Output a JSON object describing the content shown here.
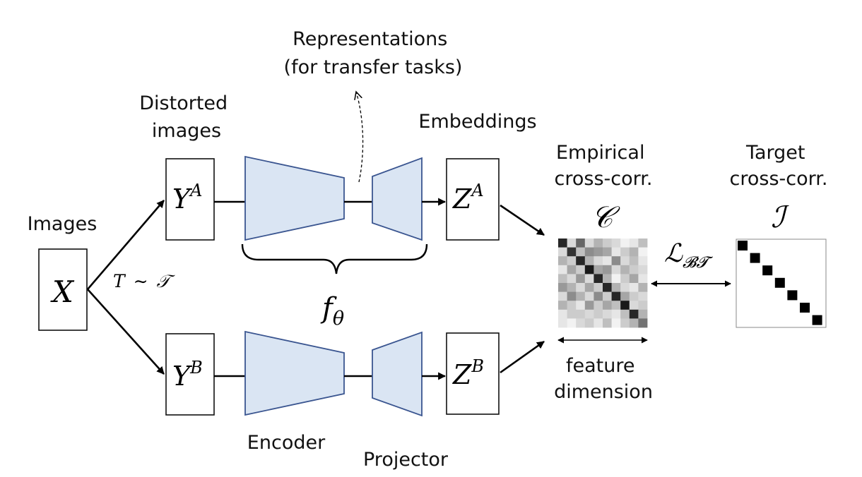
{
  "labels": {
    "representations_line1": "Representations",
    "representations_line2": "(for transfer tasks)",
    "distorted_line1": "Distorted",
    "distorted_line2": "images",
    "embeddings": "Embeddings",
    "images": "Images",
    "empirical_line1": "Empirical",
    "empirical_line2": "cross-corr.",
    "target_line1": "Target",
    "target_line2": "cross-corr.",
    "feature_line1": "feature",
    "feature_line2": "dimension",
    "encoder": "Encoder",
    "projector": "Projector"
  },
  "math": {
    "x": "X",
    "ya_base": "Y",
    "ya_sup": "A",
    "yb_base": "Y",
    "yb_sup": "B",
    "za_base": "Z",
    "za_sup": "A",
    "zb_base": "Z",
    "zb_sup": "B",
    "transform_t": "T",
    "transform_sim": "∼",
    "transform_dist": "𝒯",
    "f_base": "f",
    "f_sub": "θ",
    "c_symbol": "𝒞",
    "i_symbol": "ℐ",
    "loss_base": "ℒ",
    "loss_sub": "𝓑𝓣"
  },
  "colors": {
    "trapezoid_fill": "#dae5f3",
    "trapezoid_stroke": "#3a5590"
  },
  "matrices": {
    "empirical_grayscale": [
      [
        0.85,
        0.15,
        0.6,
        0.15,
        0.3,
        0.2,
        0.15,
        0.05,
        0.1,
        0.25
      ],
      [
        0.15,
        0.8,
        0.25,
        0.45,
        0.4,
        0.35,
        0.1,
        0.2,
        0.3,
        0.05
      ],
      [
        0.3,
        0.2,
        0.85,
        0.3,
        0.15,
        0.1,
        0.45,
        0.15,
        0.25,
        0.1
      ],
      [
        0.1,
        0.35,
        0.2,
        0.9,
        0.35,
        0.4,
        0.15,
        0.3,
        0.2,
        0.15
      ],
      [
        0.25,
        0.15,
        0.4,
        0.15,
        0.85,
        0.3,
        0.05,
        0.2,
        0.35,
        0.1
      ],
      [
        0.4,
        0.3,
        0.15,
        0.35,
        0.2,
        0.85,
        0.3,
        0.15,
        0.1,
        0.3
      ],
      [
        0.15,
        0.45,
        0.3,
        0.15,
        0.45,
        0.2,
        0.85,
        0.35,
        0.2,
        0.15
      ],
      [
        0.3,
        0.2,
        0.1,
        0.4,
        0.2,
        0.35,
        0.25,
        0.9,
        0.15,
        0.2
      ],
      [
        0.1,
        0.2,
        0.2,
        0.15,
        0.2,
        0.15,
        0.1,
        0.25,
        0.85,
        0.3
      ],
      [
        0.1,
        0.05,
        0.15,
        0.2,
        0.1,
        0.25,
        0.05,
        0.2,
        0.3,
        0.55
      ]
    ],
    "target_size": 7
  }
}
